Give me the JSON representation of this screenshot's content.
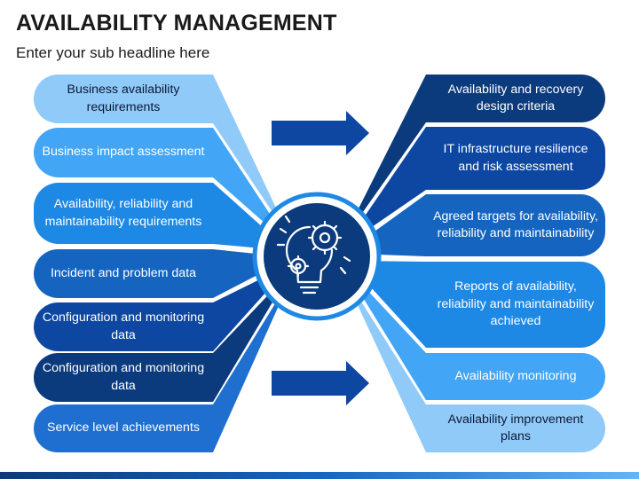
{
  "title": "AVAILABILITY MANAGEMENT",
  "subtitle": "Enter your sub headline here",
  "center_icon": "lightbulb-gears-icon",
  "left_items": [
    {
      "label": "Business availability requirements",
      "color": "#90caf9",
      "text_color": "#0b1a33"
    },
    {
      "label": "Business impact assessment",
      "color": "#42a5f5",
      "text_color": "#ffffff"
    },
    {
      "label": "Availability, reliability and maintainability requirements",
      "color": "#1e88e5",
      "text_color": "#ffffff"
    },
    {
      "label": "Incident and problem data",
      "color": "#1565c0",
      "text_color": "#ffffff"
    },
    {
      "label": "Configuration and monitoring data",
      "color": "#0d47a1",
      "text_color": "#ffffff"
    },
    {
      "label": "Configuration and monitoring data",
      "color": "#0b3b7c",
      "text_color": "#ffffff"
    },
    {
      "label": "Service level achievements",
      "color": "#1e6fd0",
      "text_color": "#ffffff"
    }
  ],
  "right_items": [
    {
      "label": "Availability and recovery design criteria",
      "color": "#0b3b7c",
      "text_color": "#ffffff"
    },
    {
      "label": "IT infrastructure resilience and risk assessment",
      "color": "#0d47a1",
      "text_color": "#ffffff"
    },
    {
      "label": "Agreed targets for availability, reliability and maintainability",
      "color": "#1565c0",
      "text_color": "#ffffff"
    },
    {
      "label": "Reports of availability, reliability and maintainability achieved",
      "color": "#1e88e5",
      "text_color": "#ffffff"
    },
    {
      "label": "Availability monitoring",
      "color": "#42a5f5",
      "text_color": "#ffffff"
    },
    {
      "label": "Availability improvement plans",
      "color": "#90caf9",
      "text_color": "#0b1a33"
    }
  ],
  "arrow_color": "#0d47a1",
  "ring_color": "#1e88e5",
  "hub_color": "#0b3b7c"
}
